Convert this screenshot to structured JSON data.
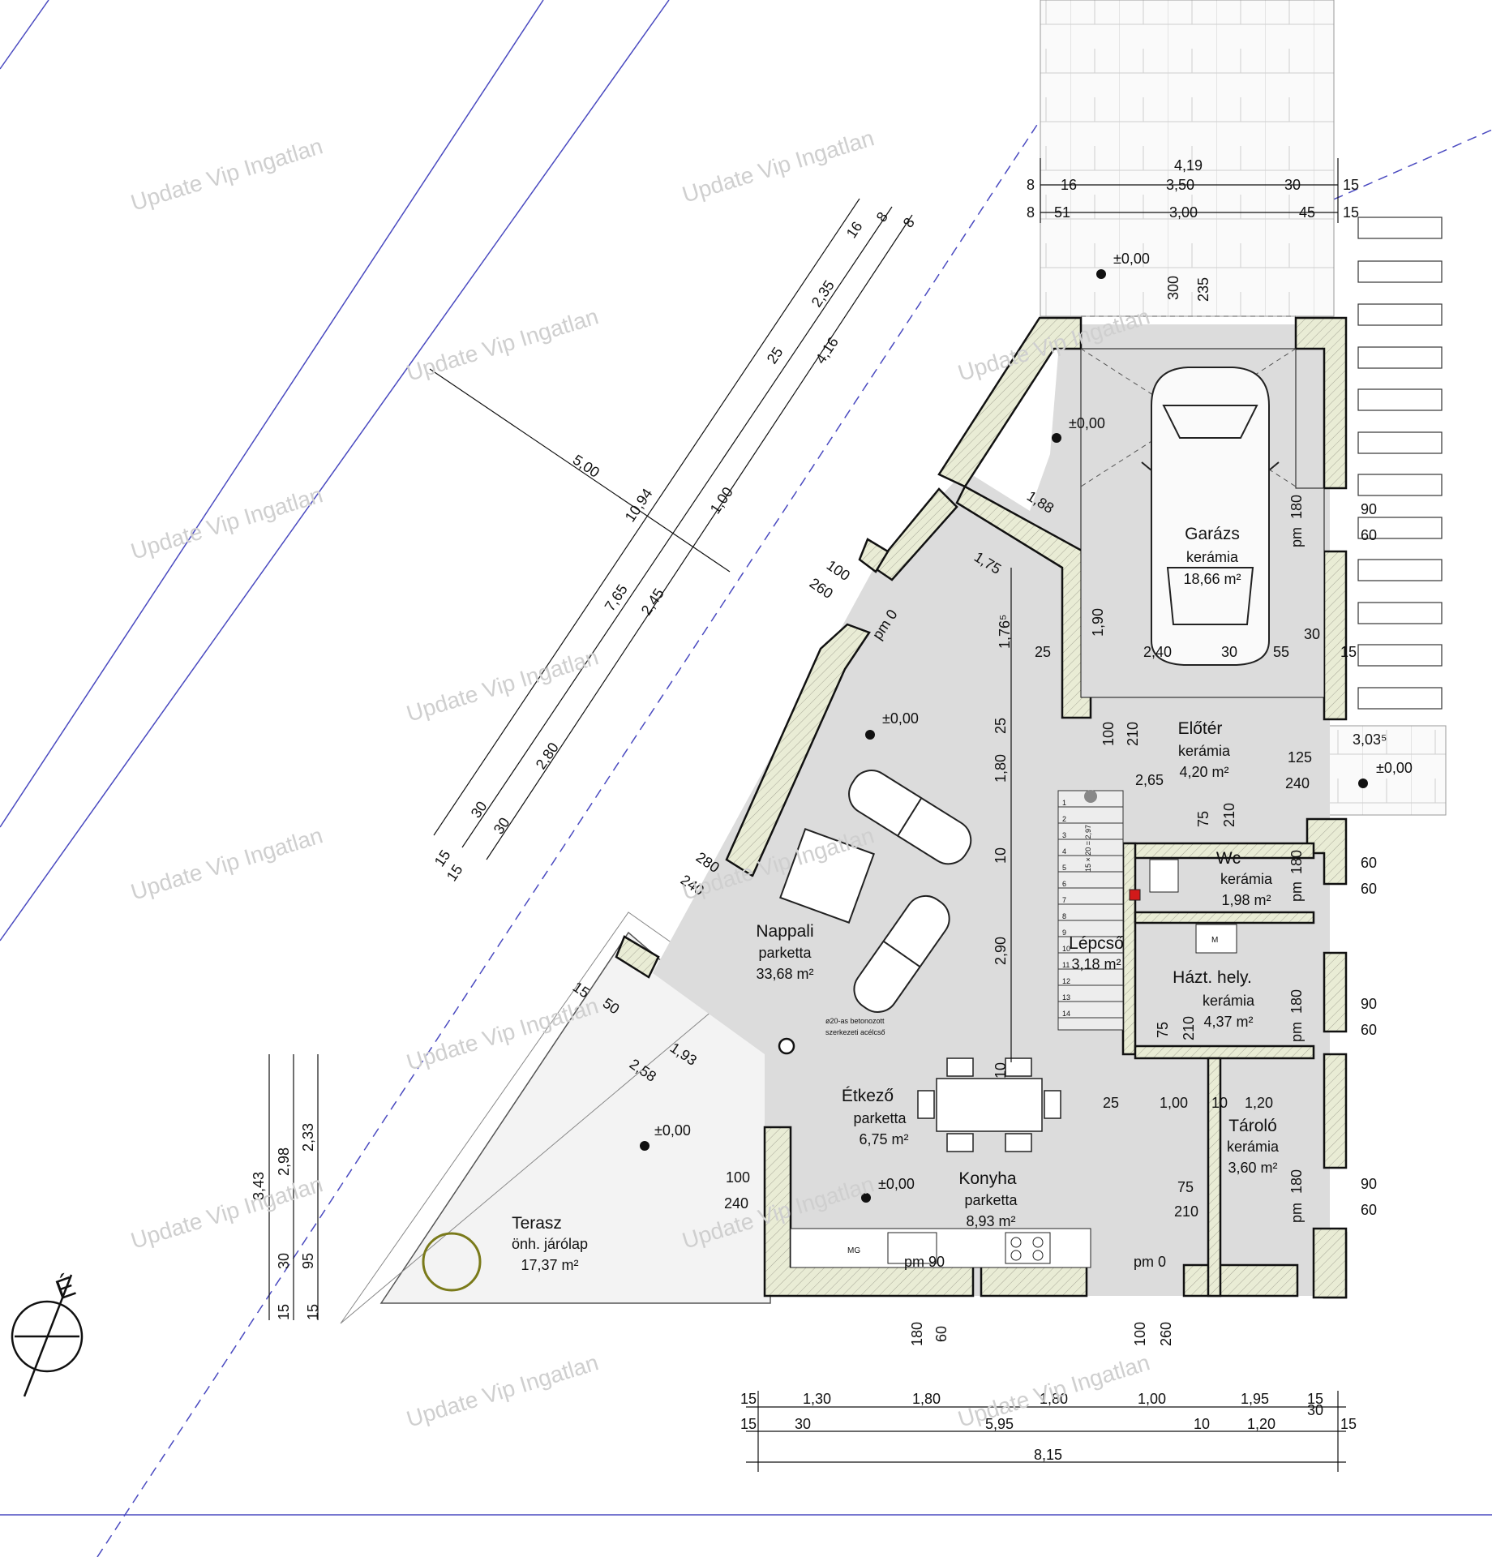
{
  "colors": {
    "wall": "#e9ecd5",
    "floor": "#dcdcdc",
    "line": "#111111",
    "accent": "#4a4ac0",
    "watermark": "#cfcfcf",
    "marker": "#d21a1a"
  },
  "watermark": "Update Vip Ingatlan",
  "north_label": "É",
  "rooms": {
    "garage": {
      "name": "Garázs",
      "floor": "kerámia",
      "area": "18,66 m²"
    },
    "entry": {
      "name": "Előtér",
      "floor": "kerámia",
      "area": "4,20 m²"
    },
    "wc": {
      "name": "Wc",
      "floor": "kerámia",
      "area": "1,98 m²"
    },
    "stairs": {
      "name": "Lépcső",
      "area": "3,18 m²"
    },
    "utility": {
      "name": "Házt. hely.",
      "floor": "kerámia",
      "area": "4,37 m²"
    },
    "storage": {
      "name": "Tároló",
      "floor": "kerámia",
      "area": "3,60 m²"
    },
    "living": {
      "name": "Nappali",
      "floor": "parketta",
      "area": "33,68 m²"
    },
    "dining": {
      "name": "Étkező",
      "floor": "parketta",
      "area": "6,75 m²"
    },
    "kitchen": {
      "name": "Konyha",
      "floor": "parketta",
      "area": "8,93 m²"
    },
    "terrace": {
      "name": "Terasz",
      "floor": "önh. járólap",
      "area": "17,37 m²"
    }
  },
  "levels": {
    "zero": "±0,00"
  },
  "column_note": {
    "line1": "ø20-as betonozott",
    "line2": "szerkezeti acélcső"
  },
  "stair_formula": "15 × 20 = 2,97",
  "fixtures": {
    "washer": "M",
    "dishwasher": "MG"
  },
  "dims": {
    "top_total": "4,19",
    "top_row1": [
      "8",
      "16",
      "3,50",
      "30",
      "15"
    ],
    "top_row2": [
      "8",
      "51",
      "3,00",
      "45",
      "15"
    ],
    "garage_door_w": "300",
    "garage_door_h": "235",
    "diag_top": [
      "16",
      "8",
      "8"
    ],
    "diag_a": [
      "2,35",
      "25",
      "4,16"
    ],
    "diag_b": [
      "5,00",
      "10,94",
      "1,00"
    ],
    "diag_c": [
      "7,65",
      "2,45"
    ],
    "diag_d": [
      "2,80",
      "15",
      "30",
      "15",
      "30"
    ],
    "garage_int": [
      "1,88",
      "1,75",
      "1,90",
      "1,76⁵"
    ],
    "garage_bottom": [
      "25",
      "2,40",
      "30",
      "55",
      "15",
      "30"
    ],
    "living_v": [
      "25",
      "1,80",
      "10",
      "2,90",
      "10"
    ],
    "window_living": [
      "100",
      "260",
      "pm 0"
    ],
    "window_diag": [
      "280",
      "240"
    ],
    "entry_door": [
      "100",
      "210"
    ],
    "entry_side": [
      "2,65",
      "75",
      "210"
    ],
    "front_door": [
      "3,03⁵",
      "125",
      "240"
    ],
    "wc_win": [
      "60",
      "60",
      "pm",
      "180"
    ],
    "garage_win": [
      "90",
      "60",
      "pm",
      "180"
    ],
    "utility_win": [
      "90",
      "60",
      "pm",
      "180"
    ],
    "storage_win": [
      "90",
      "60",
      "pm",
      "180"
    ],
    "utility_door": [
      "75",
      "210"
    ],
    "storage_row": [
      "25",
      "1,00",
      "10",
      "1,20"
    ],
    "storage_door": [
      "75",
      "210"
    ],
    "terrace_door": [
      "100",
      "240"
    ],
    "terrace_diag": [
      "15",
      "50",
      "1,93",
      "2,58"
    ],
    "left_v": [
      "3,43",
      "2,98",
      "2,33",
      "30",
      "95",
      "15",
      "15"
    ],
    "kitchen_pm": [
      "pm 90",
      "pm 0"
    ],
    "bottom_win": [
      "180",
      "60",
      "100",
      "260"
    ],
    "bottom_row1": [
      "15",
      "1,30",
      "1,80",
      "1,80",
      "1,00",
      "1,95",
      "15",
      "30"
    ],
    "bottom_row2": [
      "15",
      "30",
      "5,95",
      "10",
      "1,20",
      "15"
    ],
    "bottom_total": "8,15"
  }
}
